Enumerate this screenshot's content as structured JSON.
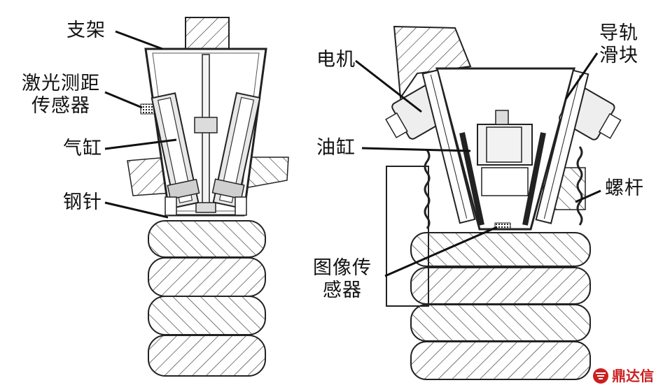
{
  "left_figure": {
    "labels": {
      "bracket": "支架",
      "laser_sensor_line1": "激光测距",
      "laser_sensor_line2": "传感器",
      "cylinder": "气缸",
      "steel_needle": "钢针"
    }
  },
  "right_figure": {
    "labels": {
      "motor": "电机",
      "guide_line1": "导轨",
      "guide_line2": "滑块",
      "hydraulic_cylinder": "油缸",
      "screw": "螺杆",
      "image_sensor_line1": "图像传",
      "image_sensor_line2": "感器"
    }
  },
  "watermark": {
    "text": "鼎达信",
    "color": "#cc1f1f"
  }
}
